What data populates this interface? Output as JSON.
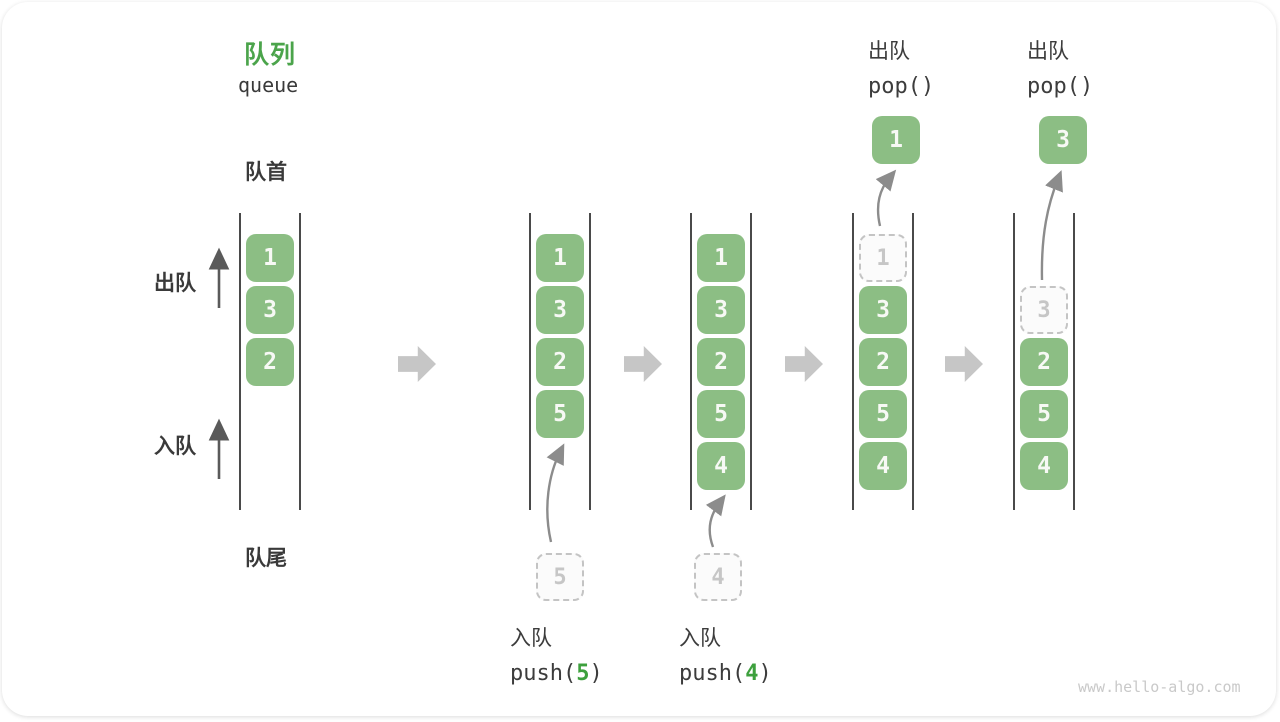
{
  "title": {
    "zh": "队列",
    "en": "queue"
  },
  "side_labels": {
    "front": "队首",
    "rear": "队尾",
    "dequeue": "出队",
    "enqueue": "入队"
  },
  "queues": [
    {
      "items": [
        "1",
        "3",
        "2"
      ]
    },
    {
      "items": [
        "1",
        "3",
        "2",
        "5"
      ],
      "ghost": "5"
    },
    {
      "items": [
        "1",
        "3",
        "2",
        "5",
        "4"
      ],
      "ghost": "4"
    },
    {
      "items": [
        "3",
        "2",
        "5",
        "4"
      ],
      "ghost": "1"
    },
    {
      "items": [
        "2",
        "5",
        "4"
      ],
      "ghost": "3"
    }
  ],
  "push_ops": [
    {
      "label": "入队",
      "fn": "push(",
      "arg": "5",
      "close": ")"
    },
    {
      "label": "入队",
      "fn": "push(",
      "arg": "4",
      "close": ")"
    }
  ],
  "pop_ops": [
    {
      "label": "出队",
      "code": "pop()",
      "value": "1"
    },
    {
      "label": "出队",
      "code": "pop()",
      "value": "3"
    }
  ],
  "watermark": "www.hello-algo.com",
  "colors": {
    "element_green": "#8CBE84",
    "title_green": "#4BA44B",
    "arg_green": "#3DA03D",
    "rail_gray": "#4A4A4A",
    "block_arrow_gray": "#C6C6C6"
  }
}
